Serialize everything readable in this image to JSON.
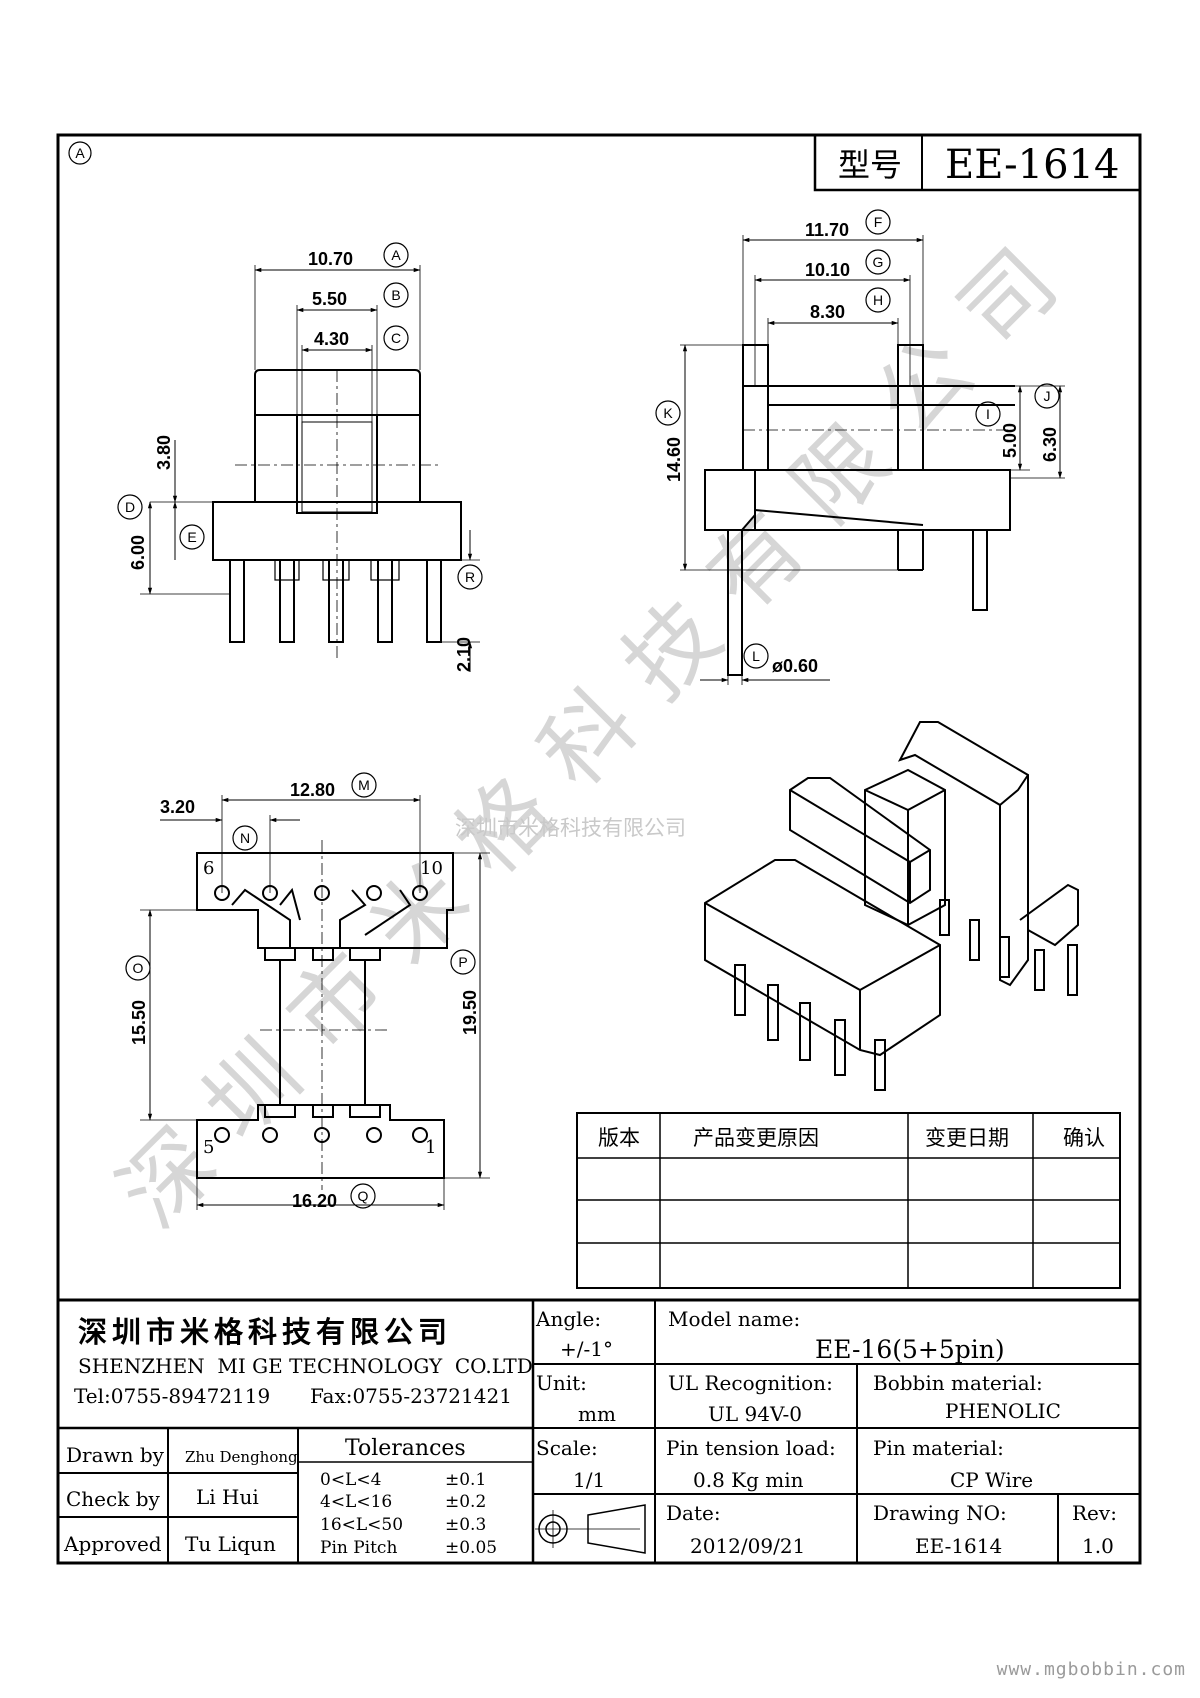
{
  "header": {
    "model_label": "型号",
    "model_value": "EE-1614",
    "sheet_marker": "A"
  },
  "watermark": {
    "big_chars": [
      "深",
      "圳",
      "市",
      "米",
      "格",
      "科",
      "技",
      "有",
      "限",
      "公",
      "司"
    ],
    "small_text": "深圳市米格科技有限公司"
  },
  "front_view": {
    "dims": [
      {
        "value": "10.70",
        "label": "A"
      },
      {
        "value": "5.50",
        "label": "B"
      },
      {
        "value": "4.30",
        "label": "C"
      },
      {
        "value": "3.80",
        "label": ""
      },
      {
        "value": "6.00",
        "label": "D"
      },
      {
        "value": "",
        "label": "E"
      },
      {
        "value": "2.10",
        "label": "R"
      }
    ]
  },
  "side_view": {
    "dims": [
      {
        "value": "11.70",
        "label": "F"
      },
      {
        "value": "10.10",
        "label": "G"
      },
      {
        "value": "8.30",
        "label": "H"
      },
      {
        "value": "14.60",
        "label": "K"
      },
      {
        "value": "5.00",
        "label": "I"
      },
      {
        "value": "6.30",
        "label": "J"
      },
      {
        "value": "ø0.60",
        "label": "L"
      }
    ]
  },
  "bottom_view": {
    "dims": [
      {
        "value": "3.20",
        "label": "N"
      },
      {
        "value": "12.80",
        "label": "M"
      },
      {
        "value": "15.50",
        "label": "O"
      },
      {
        "value": "19.50",
        "label": "P"
      },
      {
        "value": "16.20",
        "label": "Q"
      }
    ],
    "pin_labels": {
      "top_left": "6",
      "top_right": "10",
      "bottom_left": "5",
      "bottom_right": "1"
    }
  },
  "revision_table": {
    "headers": [
      "版本",
      "产品变更原因",
      "变更日期",
      "确认"
    ],
    "rows": [
      [
        "",
        "",
        "",
        ""
      ],
      [
        "",
        "",
        "",
        ""
      ],
      [
        "",
        "",
        "",
        ""
      ]
    ]
  },
  "title_block": {
    "company_cn": "深圳市米格科技有限公司",
    "company_en": "SHENZHEN  MI GE TECHNOLOGY  CO.LTD",
    "tel": "Tel:0755-89472119",
    "fax": "Fax:0755-23721421",
    "angle_label": "Angle:",
    "angle_value": "+/-1°",
    "model_name_label": "Model name:",
    "model_name_value": "EE-16(5+5pin)",
    "unit_label": "Unit:",
    "unit_value": "mm",
    "ul_label": "UL Recognition:",
    "ul_value": "UL 94V-0",
    "bobbin_label": "Bobbin material:",
    "bobbin_value": "PHENOLIC",
    "scale_label": "Scale:",
    "scale_value": "1/1",
    "pin_tension_label": "Pin tension load:",
    "pin_tension_value": "0.8 Kg min",
    "pin_material_label": "Pin material:",
    "pin_material_value": "CP Wire",
    "date_label": "Date:",
    "date_value": "2012/09/21",
    "drawing_no_label": "Drawing NO:",
    "drawing_no_value": "EE-1614",
    "rev_label": "Rev:",
    "rev_value": "1.0",
    "drawn_label": "Drawn by",
    "drawn_value": "Zhu Denghong",
    "check_label": "Check by",
    "check_value": "Li Hui",
    "approved_label": "Approved",
    "approved_value": "Tu Liqun",
    "tolerances_title": "Tolerances",
    "tolerances": [
      {
        "range": "0<L<4",
        "tol": "±0.1"
      },
      {
        "range": "4<L<16",
        "tol": "±0.2"
      },
      {
        "range": "16<L<50",
        "tol": "±0.3"
      },
      {
        "range": "Pin Pitch",
        "tol": "±0.05"
      }
    ]
  },
  "footer": {
    "website": "www.mgbobbin.com"
  }
}
